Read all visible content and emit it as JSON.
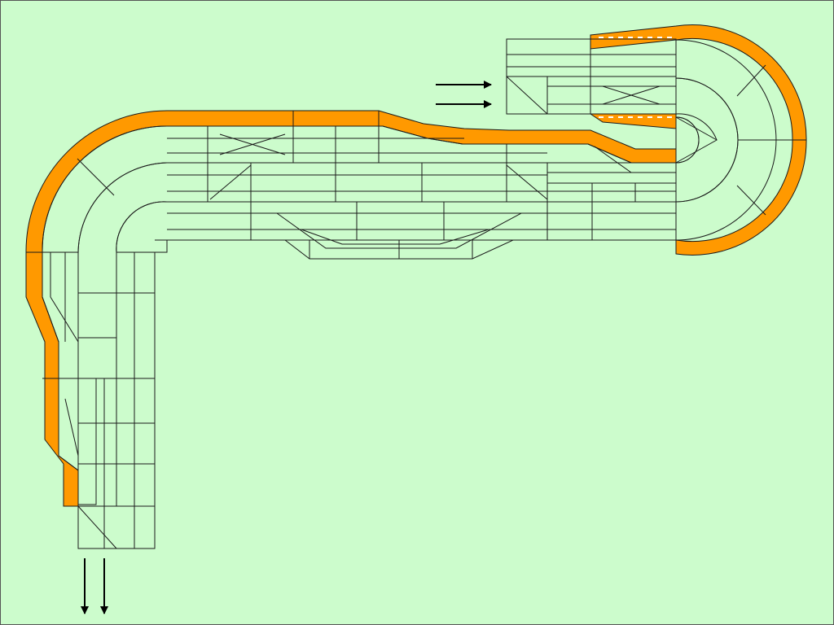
{
  "diagram": {
    "type": "track-layout",
    "lanes": [
      "dark",
      "light",
      "blue",
      "orange"
    ],
    "inlet_arrows": 2,
    "outlet_arrows": 2
  },
  "colors": {
    "background": "#ccfccc",
    "dark_lane": "#808080",
    "light_lane": "#c8c8c8",
    "blue_lane": "#3366ff",
    "orange_border": "#ff9900",
    "outline": "#1a1a1a",
    "arrow": "#000000"
  },
  "icons": {
    "inlet": "arrow-right-icon",
    "outlet": "arrow-down-icon"
  }
}
